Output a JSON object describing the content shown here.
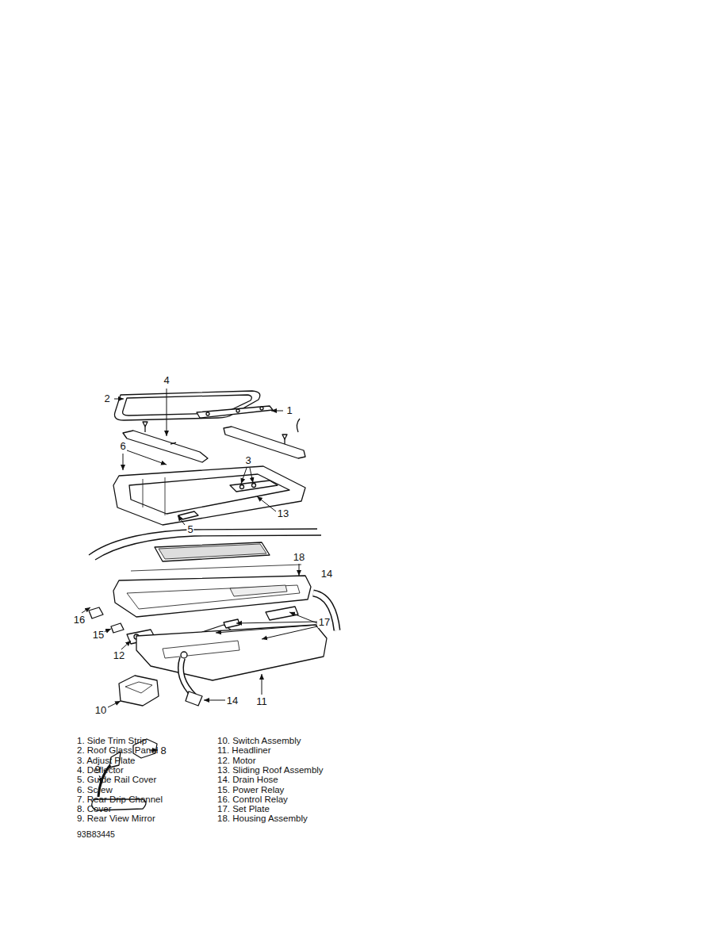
{
  "diagram": {
    "labels": [
      "2",
      "1",
      "4",
      "6",
      "3",
      "13",
      "5",
      "18",
      "14",
      "16",
      "17",
      "15",
      "12",
      "10",
      "11",
      "14",
      "9",
      "8",
      "1. Side Trim Strip",
      "2. Roof Glass Panel",
      "3. Adjust Plate",
      "4. Deflector",
      "5. Guide Rail Cover",
      "6. Screw",
      "7. Rear Drip Channel",
      "8. Cover",
      "9. Rear View Mirror",
      "10. Switch Assembly",
      "11. Headliner",
      "12. Motor",
      "13. Sliding Roof Assembly",
      "14. Drain Hose",
      "15. Power Relay",
      "16. Control Relay",
      "17. Set Plate",
      "18. Housing Assembly",
      "93B83445"
    ]
  }
}
